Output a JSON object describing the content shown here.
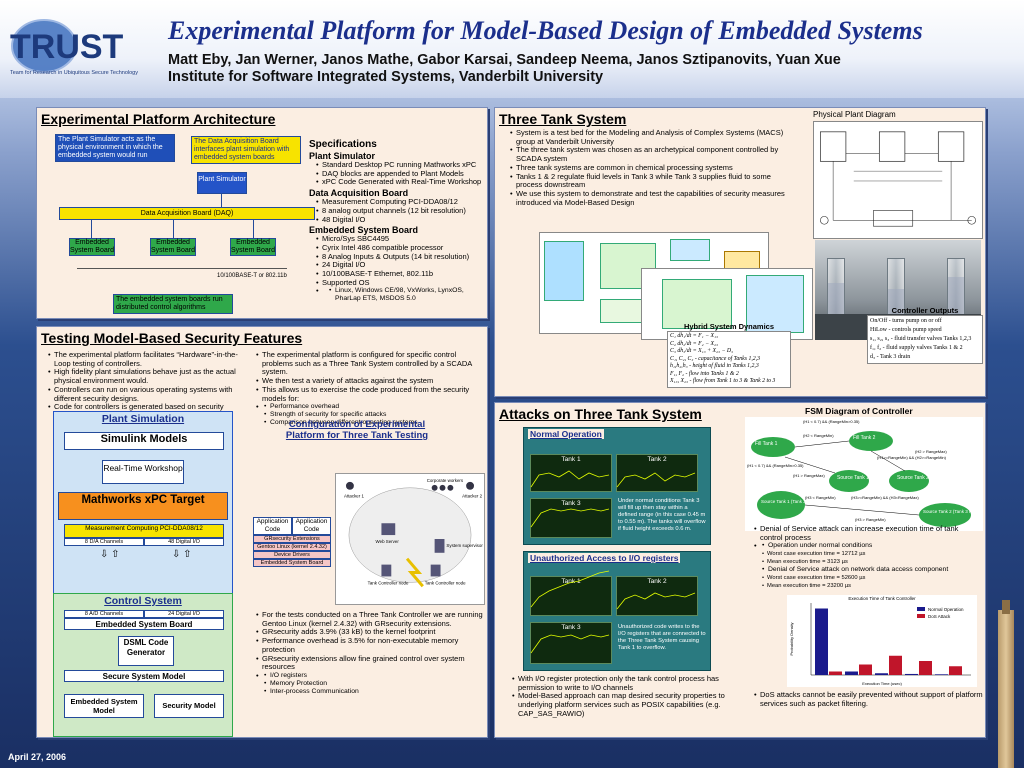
{
  "header": {
    "logo_text": "TRUST",
    "logo_caption": "Team for Research in Ubiquitous Secure Technology",
    "title": "Experimental Platform for Model-Based Design of Embedded Systems",
    "authors_line1": "Matt Eby, Jan Werner, Janos Mathe, Gabor Karsai, Sandeep Neema, Janos Sztipanovits, Yuan Xue",
    "authors_line2": "Institute for Software Integrated Systems, Vanderbilt University"
  },
  "arch": {
    "heading": "Experimental Platform Architecture",
    "note_sim": "The Plant Simulator acts as the physical environment in which the embedded system would run",
    "note_daq": "The Data Acquisition Board interfaces plant simulation with embedded system boards",
    "plant_sim": "Plant Simulator",
    "daq": "Data Acquisition Board (DAQ)",
    "boards": [
      "Embedded System Board",
      "Embedded System Board",
      "Embedded System Board"
    ],
    "ethernet": "10/100BASE-T or 802.11b",
    "note_boards": "The embedded system boards run distributed control algorithms",
    "spec_heading": "Specifications",
    "specs": [
      {
        "title": "Plant Simulator",
        "items": [
          "Standard Desktop PC running Mathworks xPC",
          "DAQ blocks are appended to Plant Models",
          "xPC Code Generated with Real-Time Workshop"
        ]
      },
      {
        "title": "Data Acquisition Board",
        "items": [
          "Measurement Computing PCI-DDA08/12",
          "8 analog output channels (12 bit resolution)",
          "48 Digital I/O"
        ]
      },
      {
        "title": "Embedded System Board",
        "items": [
          "Micro/Sys SBC4495",
          "Cyrix Intel 486 compatible processor",
          "8 Analog Inputs & Outputs (14 bit resolution)",
          "24 Digital I/O",
          "10/100BASE-T Ethernet, 802.11b",
          "Supported OS"
        ]
      }
    ],
    "os_item": "Linux, Windows CE/98, VxWorks, LynxOS, PharLap ETS, MSDOS 5.0"
  },
  "tts": {
    "heading": "Three Tank System",
    "bullets": [
      "System is a test bed for the  Modeling and Analysis of Complex Systems (MACS) group at Vanderbilt University",
      "The three tank system was chosen as an archetypical component controlled by SCADA system",
      "Three tank systems are common in chemical processing systems",
      "Tanks 1 & 2 regulate fluid levels in Tank 3 while Tank 3 supplies fluid to some process downstream",
      "We use this system to demonstrate and test the capabilities of security measures introduced via Model-Based Design"
    ],
    "diagram_title": "Physical Plant Diagram",
    "hybrid_title": "Hybrid System Dynamics",
    "hybrid_lines": [
      "C₁ dh₁/dt = F₁ − X₁₃",
      "C₂ dh₂/dt = F₂ − X₂₃",
      "C₃ dh₃/dt = X₁₃ + X₂₃ − D₃",
      "C₁, C₂, C₃ - capacitance of Tanks 1,2,3",
      "h₁,h₂,h₃ - height of fluid in Tanks 1,2,3",
      "F₁, F₂ - flow into Tanks 1 & 2",
      "X₁₃, X₂₃ - flow from Tank 1 to 3 & Tank 2 to 3"
    ],
    "controller_title": "Controller Outputs",
    "controller_lines": [
      "On/Off - turns pump on or off",
      "HiLow - controls pump speed",
      "s₁, s₂, s₃ - fluid transfer valves Tanks 1,2,3",
      "f₁, f₂ - fluid supply valves Tanks 1 & 2",
      "d₃ - Tank 3 drain"
    ]
  },
  "testing": {
    "heading": "Testing Model-Based Security Features",
    "left_bullets": [
      "The experimental platform facilitates “Hardware”-in-the-Loop testing of controllers.",
      "High fidelity plant simulations behave just as the actual physical environment would.",
      "Controllers can run on various operating systems with different security designs.",
      "Code for controllers is generated based on security models for the embedded system"
    ],
    "right_bullets": [
      "The experimental platform is configured for specific control problems such as a Three Tank System controlled by a SCADA system.",
      "We then test a variety of attacks against the system",
      "This allows us to exercise the code produced from the security models for:"
    ],
    "right_sub": [
      "Performance overhead",
      "Strength of security for specific attacks",
      "Comparison between different operating systems"
    ],
    "plant_sim_title": "Plant Simulation",
    "simulink": "Simulink Models",
    "rtw": "Real-Time Workshop",
    "xpc": "Mathworks xPC Target",
    "mc": "Measurement Computing PCI-DDA08/12",
    "da_ch": "8 D/A Channels",
    "dio": "48 Digital I/O",
    "control_title": "Control System",
    "ad_ch": "8 A/D Channels",
    "dio24": "24 Digital I/O",
    "esb": "Embedded System Board",
    "dsml": "DSML Code Generator",
    "ssm": "Secure System Model",
    "esm": "Embedded System Model",
    "sm": "Security Model",
    "config_title": "Configuration of Experimental Platform for Three Tank Testing",
    "stack": [
      "Application Code",
      "Application Code",
      "GRsecurity Extensions",
      "Gentoo Linux (kernel 2.4.32)",
      "Device Drivers",
      "Embedded System Board"
    ],
    "net_labels": [
      "Attacker 1",
      "Corporate workers",
      "Attacker 2",
      "Web Server",
      "System supervisor",
      "Tank Controller node",
      "Tank Controller node"
    ],
    "bottom_bullets": [
      "For the tests conducted on a Three Tank Controller we are running Gentoo Linux (kernel 2.4.32) with GRsecurity extensions.",
      "GRsecurity adds 3.9% (33 kB) to the kernel footprint",
      "Performance overhead is 3.5% for non-executable memory protection",
      "GRsecurity extensions allow fine grained control over system resources"
    ],
    "bottom_sub": [
      "I/O registers",
      "Memory Protection",
      "Inter-process Communication"
    ]
  },
  "attacks": {
    "heading": "Attacks on Three Tank System",
    "normal_title": "Normal Operation",
    "normal_note": "Under normal conditions Tank 3 will fill up then stay within a defined range (in this case 0.45 m to 0.55 m).  The tanks will overflow if fluid height exceeds 0.6 m.",
    "unauth_title": "Unauthorized Access to I/O registers",
    "unauth_note": "Unauthorized code writes to the I/O registers that are connected to the Three Tank System causing Tank 1 to overflow.",
    "tank_labels": [
      "Tank 1",
      "Tank 2",
      "Tank 3"
    ],
    "io_bullets": [
      "With I/O register protection only the tank control process has permission to write to I/O channels",
      "Model-Based approach can map desired security properties to underlying platform services such as POSIX capabilities (e.g. CAP_SAS_RAWIO)"
    ],
    "fsm_title": "FSM Diagram of Controller",
    "fsm_states": [
      "Fill Tank 1",
      "Fill Tank 2",
      "Source Tank 1",
      "Source Tank 2",
      "Source Tank 1 (Tank 3 Fill)",
      "Source Tank 2 (Tank 3 Fill)"
    ],
    "fsm_labels": [
      "(H1 < 0.7) && (RangeMin>0.35)",
      "(H2 < RangeMin)",
      "(H1>=RangeMin) && (H2>=RangeMin)",
      "(H2 > RangeMax)",
      "(H1 < 0.7) && (RangeMin>0.35)",
      "(H1 > RangeMax)",
      "(H3 < RangeMin)",
      "(H3>=RangeMin) && (H3<RangeMax)",
      "(H3 > RangeMin)"
    ],
    "dos_bullets": [
      "Denial of Service attack can increase execution time of tank control process"
    ],
    "dos_sub": [
      {
        "title": "Operation under normal conditions",
        "items": [
          "Worst case execution time = 12712 µs",
          "Mean execution time = 3123 µs"
        ]
      },
      {
        "title": "Denial of Service attack on network data access component",
        "items": [
          "Worst case execution time = 52600 µs",
          "Mean execution time = 23200 µs"
        ]
      }
    ],
    "chart_title": "Execution Time of Tank Controller",
    "chart_xlabel": "Execution Time (usec)",
    "chart_ylabel": "Probability Density",
    "dos_bottom": "DoS attacks cannot be easily prevented without support of platform services such as packet filtering."
  },
  "chart_data": {
    "type": "bar",
    "title": "Execution Time of Tank Controller",
    "xlabel": "Execution Time (usec)",
    "ylabel": "Probability Density",
    "series": [
      {
        "name": "Normal Operation",
        "color": "#1a1a8c",
        "values": [
          190,
          10,
          5,
          3,
          2
        ]
      },
      {
        "name": "DoS Attack",
        "color": "#c0152a",
        "values": [
          10,
          30,
          55,
          40,
          25
        ]
      }
    ],
    "ylim": [
      0,
      200
    ],
    "legend": "top-right"
  },
  "footer": {
    "date": "April 27, 2006"
  }
}
